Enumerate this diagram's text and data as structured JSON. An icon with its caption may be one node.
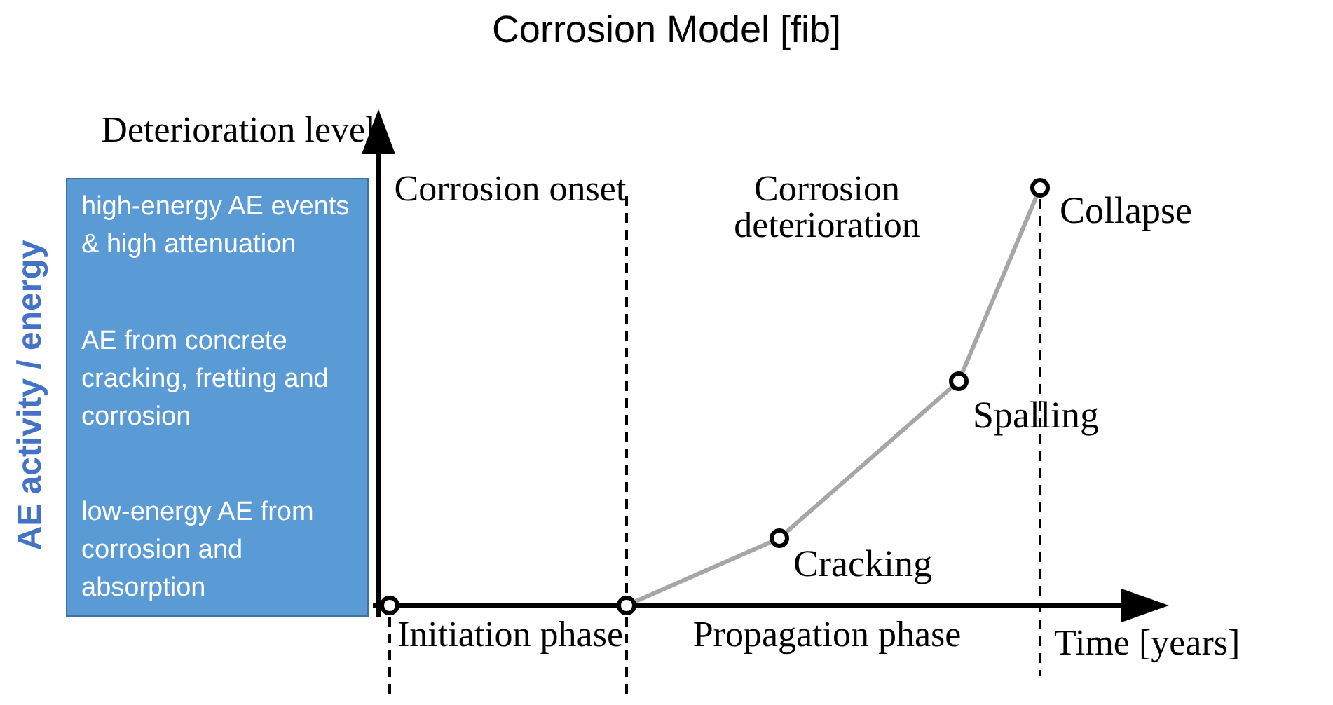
{
  "diagram": {
    "title": "Corrosion Model [fib]",
    "nodes": [
      {
        "text": [
          "high-energy AE events & high attenuation",
          "AE from concrete cracking, fretting and corrosion",
          "low-energy AE from corrosion and absorption"
        ]
      },
      {
        "text": [],
        "shape": "circle"
      },
      {
        "text": [],
        "shape": "circle"
      },
      {
        "text": [],
        "shape": "circle",
        "beside": [
          "Cracking"
        ]
      },
      {
        "text": [],
        "shape": "circle",
        "beside": [
          "Spalling"
        ]
      },
      {
        "text": [],
        "shape": "circle",
        "beside": [
          "Collapse"
        ]
      }
    ],
    "edges": [
      {
        "from": 2,
        "to": 3,
        "arrow": "none"
      },
      {
        "from": 3,
        "to": 4,
        "arrow": "none"
      },
      {
        "from": 4,
        "to": 5,
        "arrow": "none"
      }
    ],
    "labels": [
      "Deterioration level",
      "AE activity / energy",
      "Corrosion onset",
      "Corrosion deterioration",
      "Initiation phase",
      "Propagation phase",
      "Time [years]"
    ]
  }
}
